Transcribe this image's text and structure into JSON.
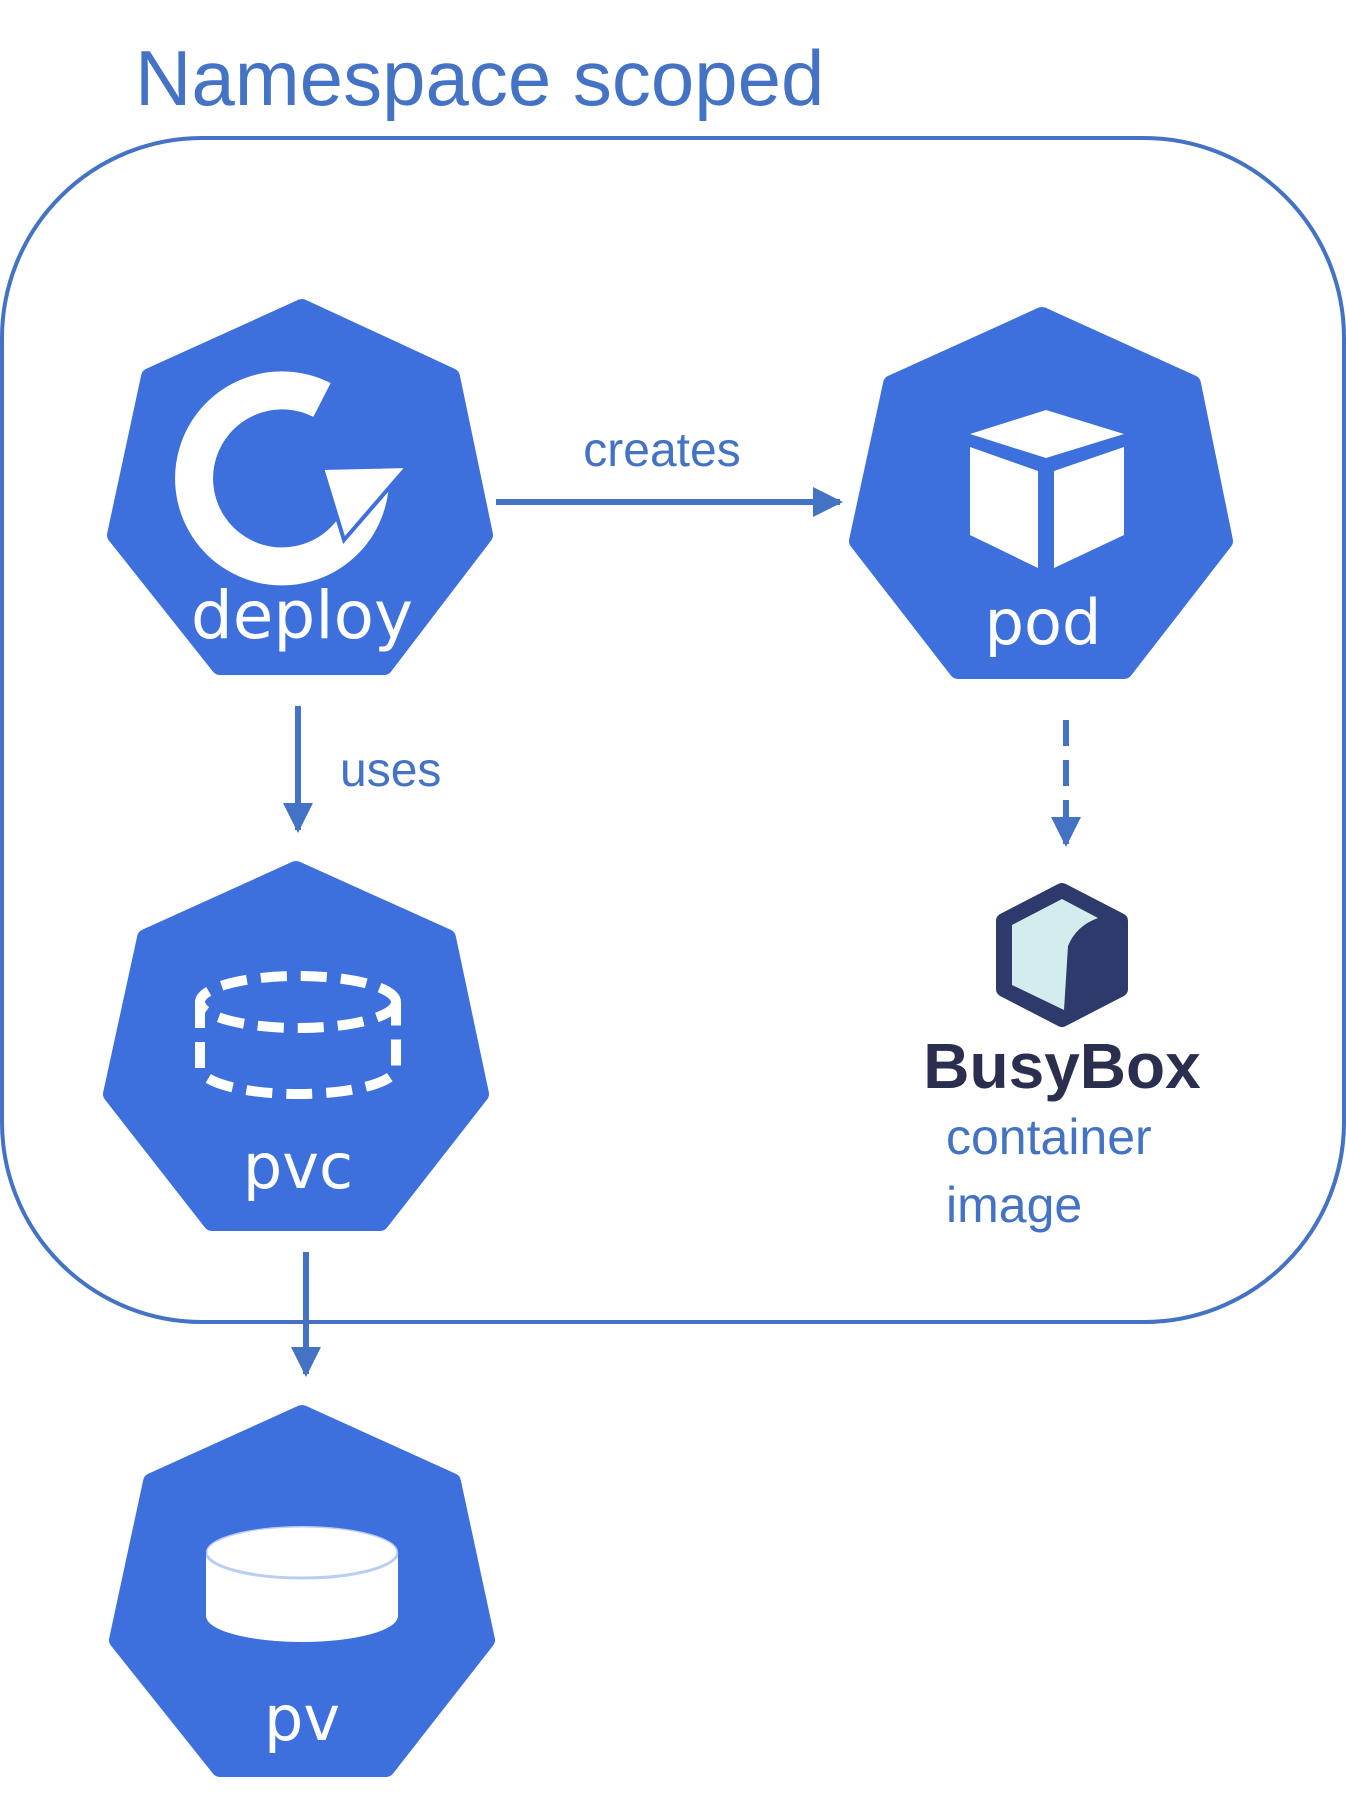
{
  "colors": {
    "accent": "#4472c4",
    "node_fill": "#3d70dc",
    "icon_white": "#ffffff",
    "busybox_dark": "#2d3a6b",
    "busybox_light": "#d3ecec",
    "busybox_text": "#2b2f4f"
  },
  "title": "Namespace scoped",
  "nodes": {
    "deploy": {
      "label": "deploy",
      "icon": "deploy-rotate-icon"
    },
    "pod": {
      "label": "pod",
      "icon": "cube-icon"
    },
    "pvc": {
      "label": "pvc",
      "icon": "dashed-cylinder-icon"
    },
    "pv": {
      "label": "pv",
      "icon": "solid-cylinder-icon"
    }
  },
  "edges": {
    "creates": {
      "label": "creates"
    },
    "uses": {
      "label": "uses"
    }
  },
  "busybox": {
    "logo_text": "BusyBox",
    "caption_line1": "container",
    "caption_line2": "image",
    "icon": "busybox-logo-icon"
  }
}
